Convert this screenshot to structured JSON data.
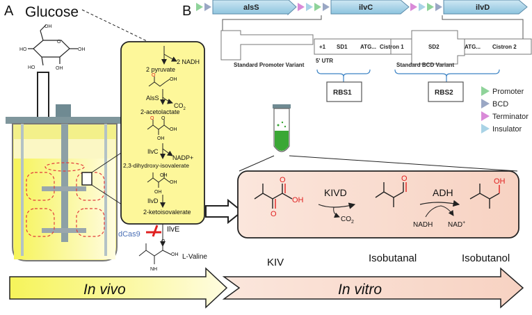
{
  "panel_a": {
    "letter": "A",
    "glucose_label": "Glucose",
    "pathway": {
      "nadh": "2 NADH",
      "pyruvate": "2 pyruvate",
      "alss": "AlsS",
      "co2": "CO",
      "co2_sub": "2",
      "acetolactate": "2-acetolactate",
      "ilvc": "IlvC",
      "nadp": "NADP+",
      "dihydroxy": "2,3-dihydroxy-isovalerate",
      "ilvd": "IlvD",
      "ketoisovalerate": "2-ketoisovalerate",
      "dcas9": "dCas9",
      "ilve": "IlvE",
      "valine": "L-Valine"
    },
    "invivo": "In vivo"
  },
  "panel_b": {
    "letter": "B",
    "genes": [
      "alsS",
      "ilvC",
      "ilvD"
    ],
    "construct": {
      "promoter_variant": "Standard Promoter Variant",
      "plus1": "+1",
      "sd1": "SD1",
      "atg1": "ATG...",
      "cistron1": "Cistron 1",
      "utr": "5' UTR",
      "sd2": "SD2",
      "atg2": "ATG...",
      "cistron2": "Cistron 2",
      "bcd_variant": "Standard BCD Variant",
      "rbs1": "RBS1",
      "rbs2": "RBS2"
    },
    "legend": [
      {
        "label": "Promoter",
        "color": "#8fd39a"
      },
      {
        "label": "BCD",
        "color": "#9aa7c4"
      },
      {
        "label": "Terminator",
        "color": "#d98ad8"
      },
      {
        "label": "Insulator",
        "color": "#a9d3e6"
      }
    ]
  },
  "invitro": {
    "kivd": "KIVD",
    "co2": "CO",
    "co2_sub": "2",
    "adh": "ADH",
    "nadh": "NADH",
    "nad": "NAD",
    "nad_sup": "+",
    "kiv": "KIV",
    "isobutanal": "Isobutanal",
    "isobutanol": "Isobutanol",
    "label": "In vitro"
  },
  "colors": {
    "pathway_box": "#fdf79a",
    "invitro_box": "#fadccb",
    "gene_arrow": "#a9d3e6",
    "medium": "#f5ec3e",
    "red": "#e02020"
  }
}
